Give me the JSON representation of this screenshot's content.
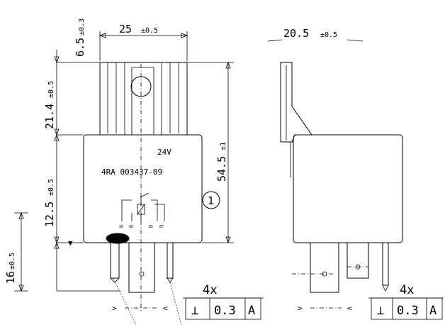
{
  "dimensions": {
    "width_top": {
      "value": "25",
      "tol": "±0.5"
    },
    "width_side": {
      "value": "20.5",
      "tol": "±0.5"
    },
    "pin_length": {
      "value": "6.5",
      "tol": "±0.3"
    },
    "connector_height": {
      "value": "21.4",
      "tol": "±0.5"
    },
    "body_height": {
      "value": "12.5",
      "tol": "±0.5"
    },
    "total_height": {
      "value": "54.5",
      "tol": "±1"
    },
    "terminal_height": {
      "value": "16",
      "tol": "±0.5"
    }
  },
  "relay_label": {
    "voltage": "24V",
    "part_number": "4RA 003437-09",
    "pin_labels": [
      "30",
      "86",
      "85",
      "87"
    ]
  },
  "balloon": "1",
  "datum_marker": "▼",
  "tolerance_frames": [
    {
      "count": "4x",
      "symbol": "⊥",
      "value": "0.3",
      "datum": "A"
    },
    {
      "count": "4x",
      "symbol": "⊥",
      "value": "0.3",
      "datum": "A"
    }
  ],
  "view_arrows": [
    ">",
    "<",
    ">",
    "<"
  ]
}
